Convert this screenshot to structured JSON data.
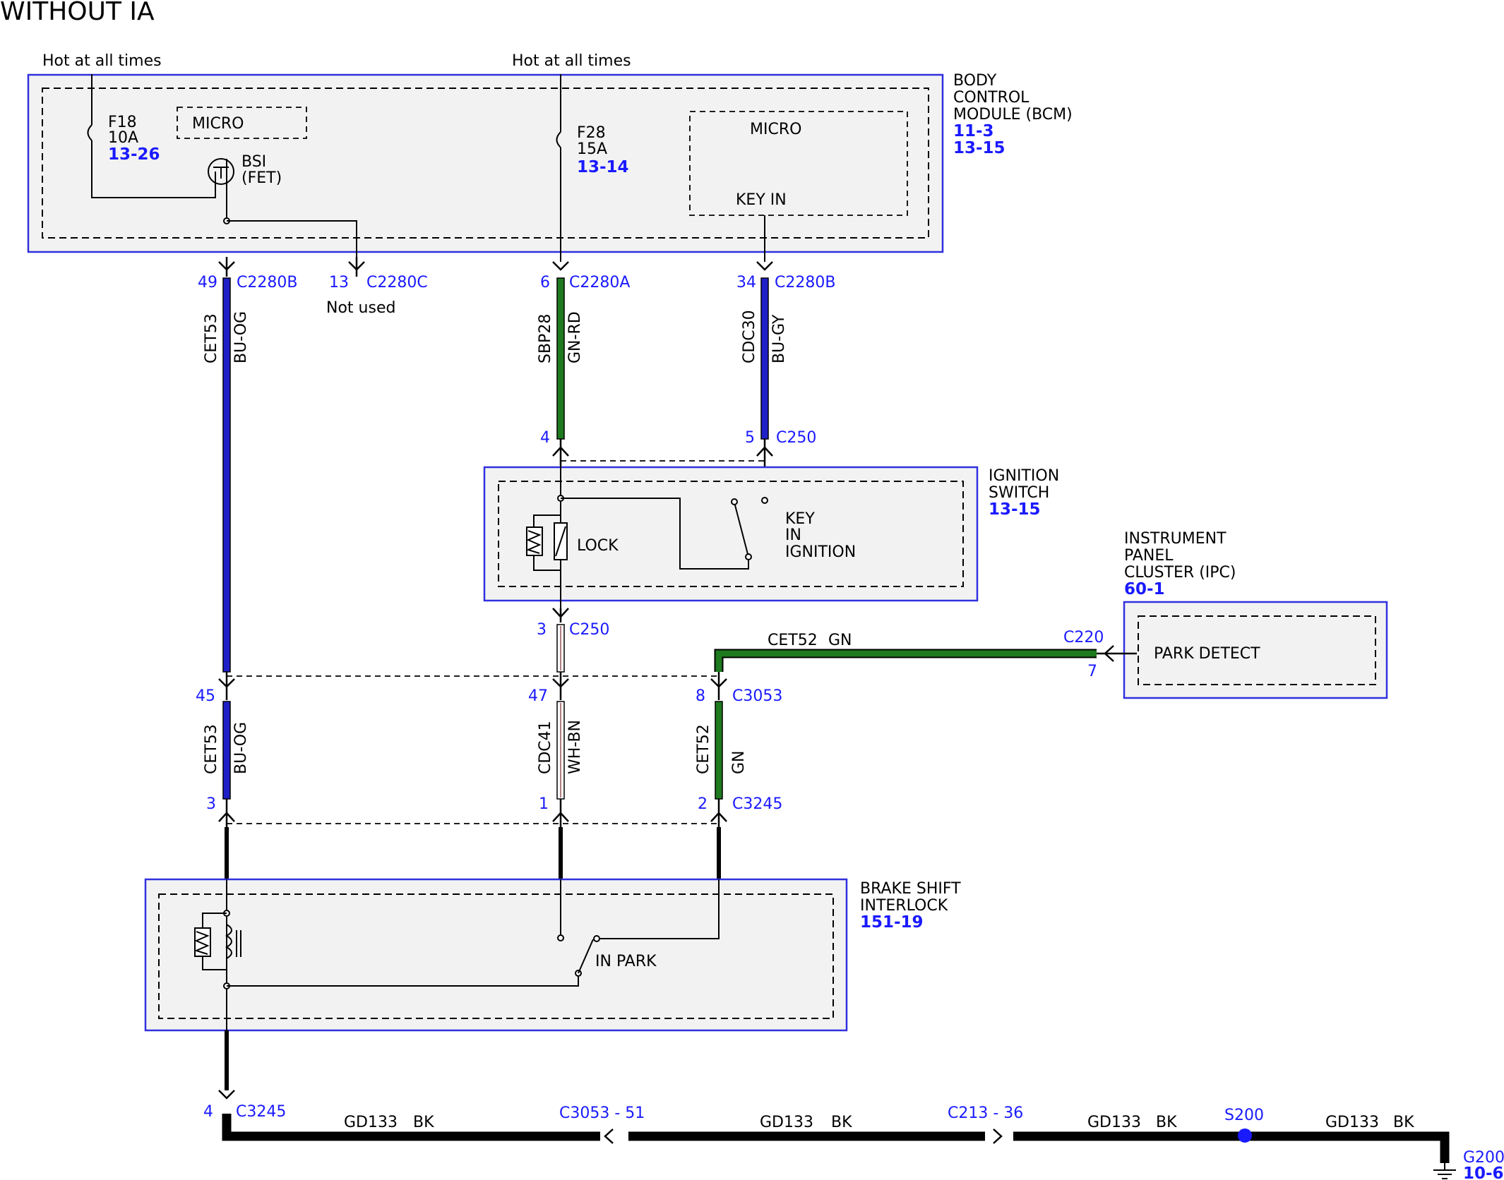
{
  "title": "WITHOUT IA",
  "power": {
    "hot1": "Hot at all times",
    "hot2": "Hot at all times"
  },
  "bcm": {
    "name1": "BODY",
    "name2": "CONTROL",
    "name3": "MODULE (BCM)",
    "ref1": "11-3",
    "ref2": "13-15",
    "micro_left": "MICRO",
    "micro_right": "MICRO",
    "key_in": "KEY IN",
    "f18": {
      "name": "F18",
      "amp": "10A",
      "ref": "13-26"
    },
    "f28": {
      "name": "F28",
      "amp": "15A",
      "ref": "13-14"
    },
    "bsi1": "BSI",
    "bsi2": "(FET)"
  },
  "bcm_pins": [
    {
      "pin": "49",
      "conn": "C2280B"
    },
    {
      "pin": "13",
      "conn": "C2280C"
    },
    {
      "pin": "6",
      "conn": "C2280A"
    },
    {
      "pin": "34",
      "conn": "C2280B"
    }
  ],
  "not_used": "Not used",
  "wires_upper": [
    {
      "circuit": "CET53",
      "color": "BU-OG"
    },
    {
      "circuit": "SBP28",
      "color": "GN-RD"
    },
    {
      "circuit": "CDC30",
      "color": "BU-GY"
    }
  ],
  "ign_pins_top": [
    {
      "pin": "4",
      "conn": ""
    },
    {
      "pin": "5",
      "conn": "C250"
    }
  ],
  "ignition": {
    "name1": "IGNITION",
    "name2": "SWITCH",
    "ref": "13-15",
    "lock": "LOCK",
    "key1": "KEY",
    "key2": "IN",
    "key3": "IGNITION"
  },
  "ign_pin_bottom": {
    "pin": "3",
    "conn": "C250"
  },
  "ipc": {
    "name1": "INSTRUMENT",
    "name2": "PANEL",
    "name3": "CLUSTER (IPC)",
    "ref": "60-1",
    "park_detect": "PARK DETECT",
    "conn": "C220",
    "pin": "7"
  },
  "cet52_wire": {
    "circuit": "CET52",
    "color": "GN"
  },
  "mid_pins": [
    {
      "pin": "45",
      "conn": ""
    },
    {
      "pin": "47",
      "conn": ""
    },
    {
      "pin": "8",
      "conn": "C3053"
    }
  ],
  "wires_lower": [
    {
      "circuit": "CET53",
      "color": "BU-OG"
    },
    {
      "circuit": "CDC41",
      "color": "WH-BN"
    },
    {
      "circuit": "CET52",
      "color": "GN"
    }
  ],
  "low_pins": [
    {
      "pin": "3",
      "conn": ""
    },
    {
      "pin": "1",
      "conn": ""
    },
    {
      "pin": "2",
      "conn": "C3245"
    }
  ],
  "bsi_module": {
    "name1": "BRAKE SHIFT",
    "name2": "INTERLOCK",
    "ref": "151-19",
    "in_park": "IN PARK"
  },
  "ground_path": {
    "pin": "4",
    "conn": "C3245",
    "segments": [
      {
        "circuit": "GD133",
        "color": "BK"
      },
      {
        "circuit": "GD133",
        "color": "BK"
      },
      {
        "circuit": "GD133",
        "color": "BK"
      },
      {
        "circuit": "GD133",
        "color": "BK"
      }
    ],
    "inline1": "C3053 - 51",
    "inline2": "C213 - 36",
    "splice": "S200",
    "ground": "G200",
    "ground_ref": "10-6"
  },
  "colors": {
    "blue_wire": "#2020c8",
    "green_wire": "#1e7a1e",
    "black_wire": "#000000",
    "pin_text": "#1a1aff",
    "box_border": "#3030e0",
    "box_fill": "#f2f2f2"
  }
}
